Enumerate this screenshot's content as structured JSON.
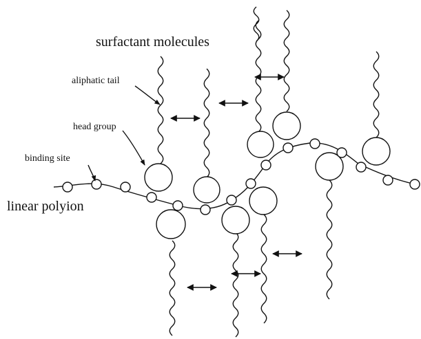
{
  "labels": {
    "surfactant": "surfactant molecules",
    "tail": "aliphatic tail",
    "head": "head group",
    "binding": "binding site",
    "polyion": "linear polyion"
  }
}
